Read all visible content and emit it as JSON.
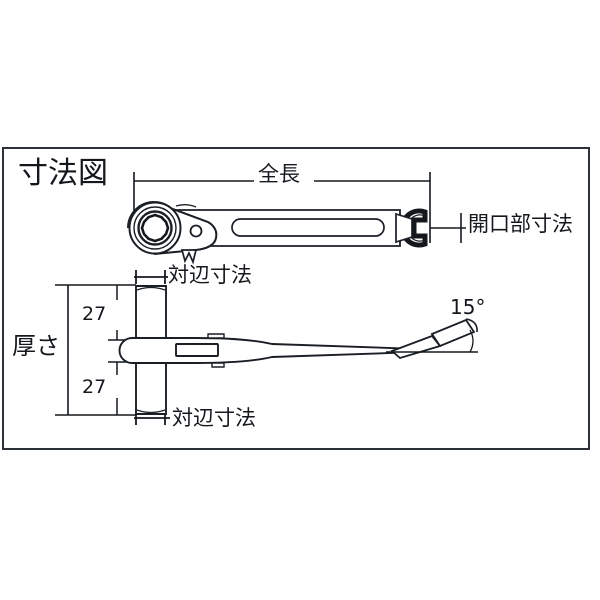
{
  "frame": {
    "border_color": "#2c3138"
  },
  "labels": {
    "title": "寸法図",
    "overall_length": "全長",
    "opening_dimension": "開口部寸法",
    "across_flats_top": "対辺寸法",
    "across_flats_bottom": "対辺寸法",
    "thickness": "厚さ",
    "dim_27_top": "27",
    "dim_27_bottom": "27",
    "angle": "15°"
  },
  "colors": {
    "line": "#14181d",
    "outline": "#1a1f26",
    "fill": "#ffffff",
    "background": "#ffffff"
  },
  "views": {
    "top_view": {
      "name": "ratchet-wrench-top-view",
      "ratchet_head": "12-point socket head with pawl lever",
      "handle": "straight handle with elongated oval relief",
      "open_end": "C-shaped open ring end"
    },
    "side_view": {
      "name": "ratchet-wrench-side-view",
      "profile": "T-shaped cross bar with tapered handle",
      "bend_angle": "15°"
    }
  },
  "dimension_lines": {
    "overall_length": {
      "label": "全長",
      "from": "left edge of ratchet head",
      "to": "right edge of open end"
    },
    "opening_dimension": {
      "label": "開口部寸法",
      "measures": "open end jaw width"
    },
    "thickness": {
      "label": "厚さ",
      "segments": [
        "27",
        "27"
      ]
    }
  }
}
